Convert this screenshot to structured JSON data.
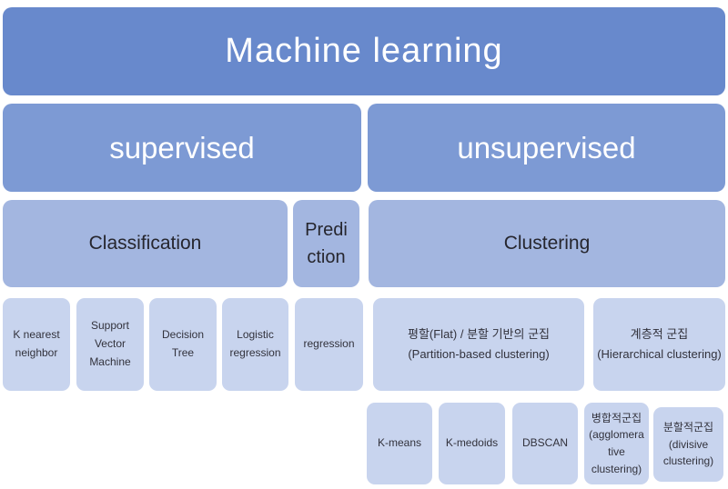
{
  "colors": {
    "level1_bg": "#6889cc",
    "level2_bg": "#7d9ad4",
    "level3_bg": "#a3b6e0",
    "level4_bg": "#c8d4ee",
    "text_light": "#ffffff",
    "text_dark": "#32323c"
  },
  "nodes": {
    "machine_learning": {
      "label": "Machine learning"
    },
    "supervised": {
      "label": "supervised"
    },
    "unsupervised": {
      "label": "unsupervised"
    },
    "classification": {
      "label": "Classification"
    },
    "prediction": {
      "label": "Predi\nction"
    },
    "clustering": {
      "label": "Clustering"
    },
    "k_nearest_neighbor": {
      "label": "K nearest\nneighbor"
    },
    "support_vector_machine": {
      "label": "Support\nVector\nMachine"
    },
    "decision_tree": {
      "label": "Decision\nTree"
    },
    "logistic_regression": {
      "label": "Logistic\nregression"
    },
    "regression": {
      "label": "regression"
    },
    "partition_based_clustering": {
      "label": "평할(Flat) / 분할 기반의 군집\n(Partition-based clustering)"
    },
    "hierarchical_clustering": {
      "label": "계층적 군집\n(Hierarchical clustering)"
    },
    "k_means": {
      "label": "K-means"
    },
    "k_medoids": {
      "label": "K-medoids"
    },
    "dbscan": {
      "label": "DBSCAN"
    },
    "agglomerative_clustering": {
      "label": "병합적군집\n(agglomera\ntive\nclustering)"
    },
    "divisive_clustering": {
      "label": "분할적군집\n(divisive\nclustering)"
    }
  }
}
